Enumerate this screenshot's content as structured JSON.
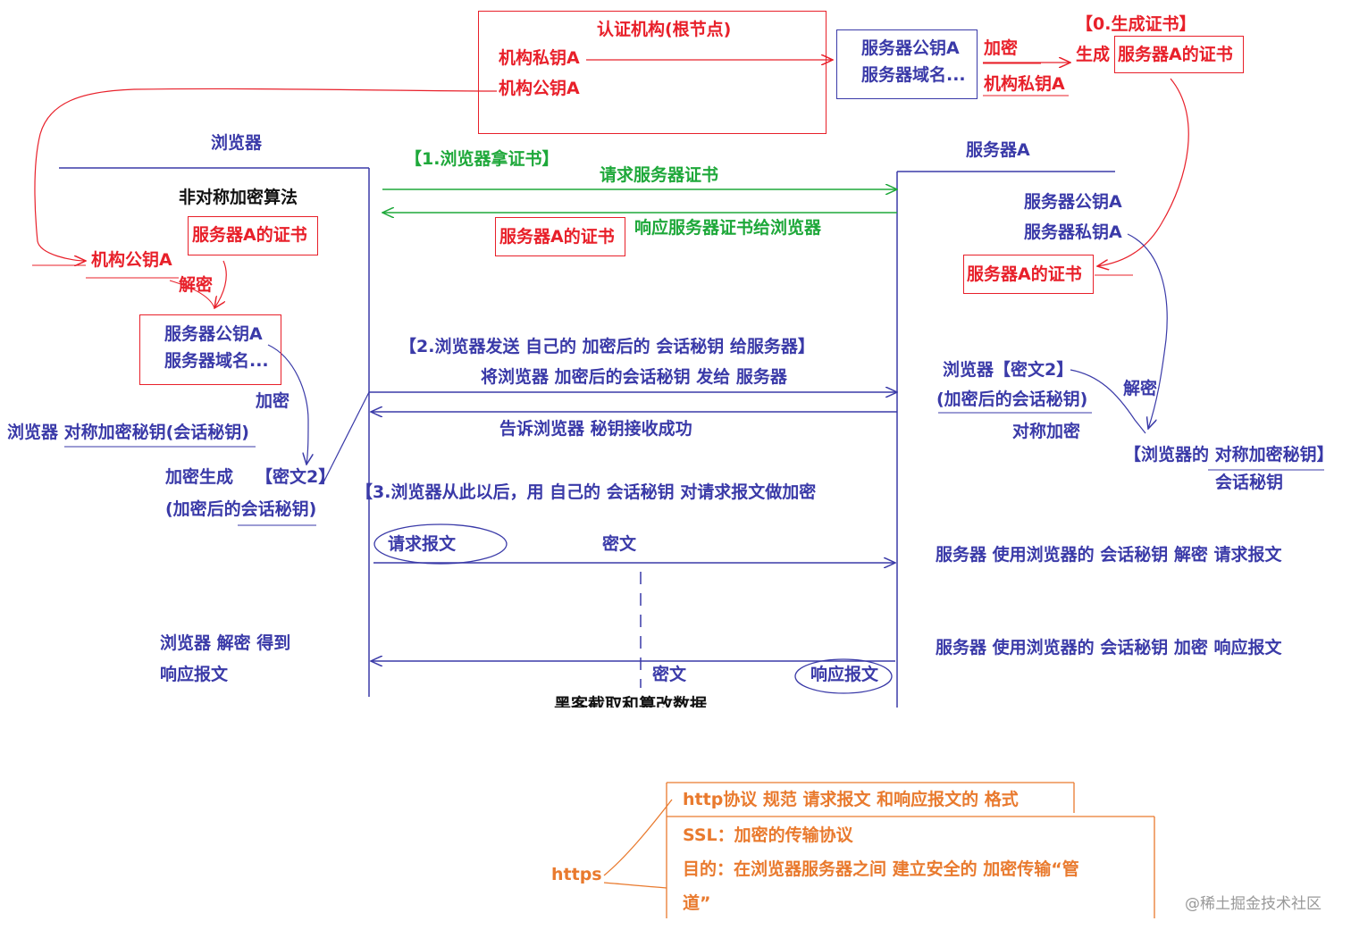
{
  "ca": {
    "title": "认证机构(根节点)",
    "private_key": "机构私钥A",
    "public_key": "机构公钥A"
  },
  "step0": {
    "server_info": [
      "服务器公钥A",
      "服务器域名..."
    ],
    "encrypt": "加密",
    "private_key": "机构私钥A",
    "label": "【0.生成证书】",
    "generate": "生成",
    "cert": "服务器A的证书"
  },
  "browser": {
    "title": "浏览器",
    "algo": "非对称加密算法",
    "cert": "服务器A的证书",
    "ca_public_key": "机构公钥A",
    "decrypt": "解密",
    "server_info": [
      "服务器公钥A",
      "服务器域名..."
    ],
    "encrypt": "加密",
    "session_key_prefix": "浏览器 ",
    "session_key": "对称加密秘钥(会话秘钥)",
    "generated": "加密生成",
    "cipher2": "【密文2】",
    "cipher2_desc": "(加密后的会话秘钥)",
    "decrypt_result": "浏览器 解密 得到",
    "response": "响应报文"
  },
  "server": {
    "title": "服务器A",
    "public_key": "服务器公钥A",
    "private_key": "服务器私钥A",
    "cert": "服务器A的证书",
    "cipher2": "浏览器【密文2】",
    "cipher2_desc": "(加密后的会话秘钥)",
    "symmetric": "对称加密",
    "decrypt": "解密",
    "session_key_label": "【浏览器的 对称加密秘钥】",
    "session_key": "会话秘钥",
    "decrypt_request": "服务器 使用浏览器的 会话秘钥 解密 请求报文",
    "encrypt_response": "服务器 使用浏览器的 会话秘钥 加密 响应报文"
  },
  "step1": {
    "label": "【1.浏览器拿证书】",
    "request": "请求服务器证书",
    "cert": "服务器A的证书",
    "response": "响应服务器证书给浏览器"
  },
  "step2": {
    "label": "【2.浏览器发送 自己的 加密后的 会话秘钥 给服务器】",
    "send": "将浏览器 加密后的会话秘钥 发给 服务器",
    "ack": "告诉浏览器 秘钥接收成功"
  },
  "step3": {
    "label": "【3.浏览器从此以后，用 自己的 会话秘钥 对请求报文做加密",
    "request": "请求报文",
    "cipher_req": "密文",
    "cipher_resp": "密文",
    "response": "响应报文",
    "hacker": "黑客截取和篡改数据"
  },
  "https": {
    "name": "https",
    "http": "http协议 规范 请求报文 和响应报文的 格式",
    "ssl": "SSL：加密的传输协议",
    "purpose": "目的：在浏览器服务器之间 建立安全的 加密传输“管",
    "purpose2": "道”"
  },
  "watermark": "@稀土掘金技术社区",
  "colors": {
    "blue": "#3a3aa8",
    "red": "#e8202a",
    "green": "#1ea83a",
    "orange": "#e97a2e"
  }
}
